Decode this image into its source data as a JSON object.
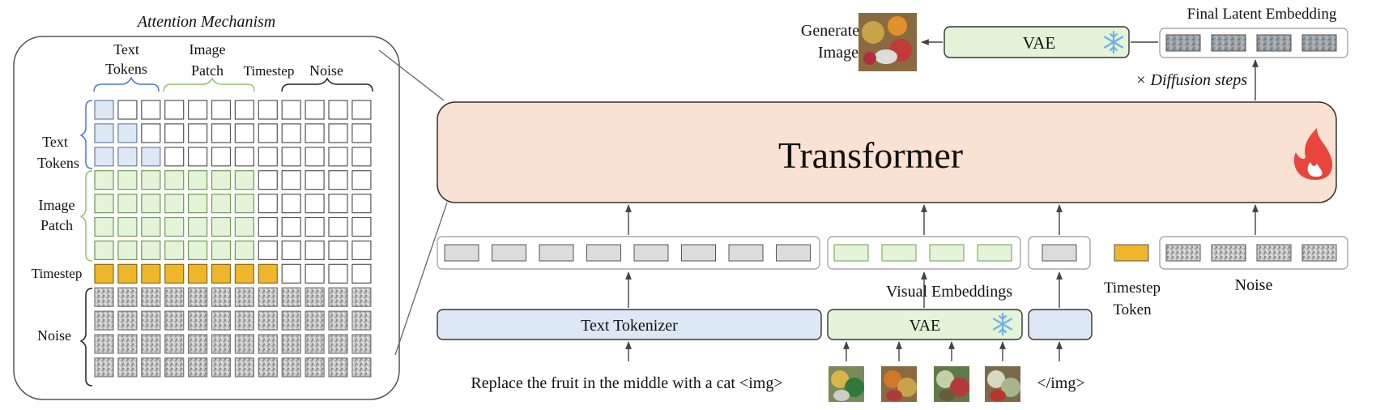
{
  "attention": {
    "title": "Attention Mechanism",
    "col_groups": [
      {
        "line1": "Text",
        "line2": "Tokens"
      },
      {
        "line1": "Image",
        "line2": "Patch"
      },
      {
        "line1": "Timestep",
        "line2": ""
      },
      {
        "line1": "Noise",
        "line2": ""
      }
    ],
    "row_groups": [
      {
        "line1": "Text",
        "line2": "Tokens"
      },
      {
        "line1": "Image",
        "line2": "Patch"
      },
      {
        "line1": "Timestep",
        "line2": ""
      },
      {
        "line1": "Noise",
        "line2": ""
      }
    ],
    "group_sizes": [
      3,
      4,
      1,
      4
    ]
  },
  "transformer_label": "Transformer",
  "text_tokenizer_label": "Text Tokenizer",
  "vae_label": "VAE",
  "vae_top_label": "VAE",
  "visual_embeddings_label": "Visual Embeddings",
  "timestep_token_label": {
    "line1": "Timestep",
    "line2": "Token"
  },
  "noise_label": "Noise",
  "final_latent_label": "Final Latent Embedding",
  "diffusion_steps_label": "× Diffusion steps",
  "generated_image_label": {
    "line1": "Generated",
    "line2": "Image"
  },
  "prompt_text": "Replace the fruit in the middle with a cat <img>",
  "end_img_tag": "</img>",
  "colors": {
    "text_token": "#dde8f5",
    "text_token_border": "#6b7f9e",
    "image_patch": "#e3f4d8",
    "image_patch_border": "#6f9a58",
    "timestep": "#f0b62b",
    "noise": "#bdbdbd",
    "transformer_fill": "#f9e1d3",
    "transformer_border": "#333333",
    "flame": "#e8453c",
    "snowflake": "#6fb0ea",
    "brace_text": "#4a78c8",
    "brace_image": "#8fc46a"
  }
}
